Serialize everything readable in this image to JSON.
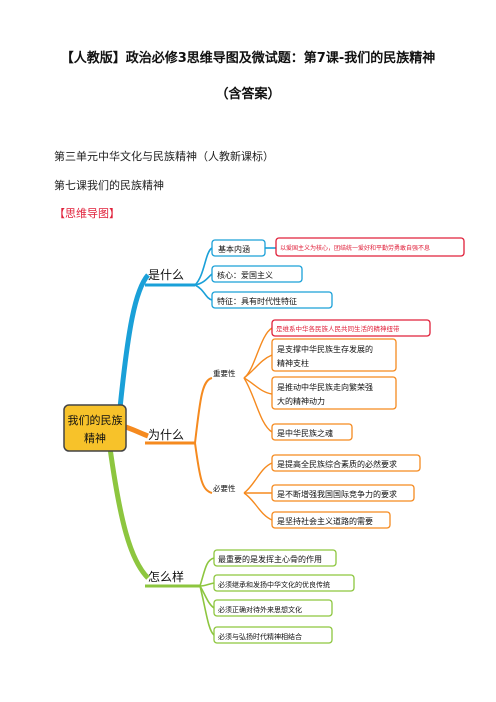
{
  "doc": {
    "title_line1": "【人教版】政治必修3思维导图及微试题：第7课-我们的民族精神",
    "title_line2": "（含答案）",
    "unit": "第三单元中华文化与民族精神（人教新课标）",
    "lesson": "第七课我们的民族精神",
    "section": "【思维导图】"
  },
  "mindmap": {
    "root": "我们的民族\n精神",
    "branch1": {
      "label": "是什么",
      "items": [
        "基本内涵",
        "核心：爱国主义",
        "特征：具有时代性特征"
      ],
      "detail": "以爱国主义为核心，团结统一爱好和平勤劳勇敢自强不息"
    },
    "branch2": {
      "label": "为什么",
      "sub1": {
        "label": "重要性",
        "items": [
          "是维系中华各民族人民共同生活的精神纽带",
          "是支撑中华民族生存发展的精神支柱",
          "是推动中华民族走向繁荣强大的精神动力",
          "是中华民族之魂"
        ]
      },
      "sub2": {
        "label": "必要性",
        "items": [
          "是提高全民族综合素质的必然要求",
          "是不断增强我国国际竞争力的要求",
          "是坚持社会主义道路的需要"
        ]
      }
    },
    "branch3": {
      "label": "怎么样",
      "items": [
        "最重要的是发挥主心骨的作用",
        "必须继承和发扬中华文化的优良传统",
        "必须正确对待外来思想文化",
        "必须与弘扬时代精神相结合"
      ]
    }
  },
  "colors": {
    "branch1": "#1aa0d8",
    "branch2": "#f58a1f",
    "branch3": "#8dc63f",
    "root_fill": "#f7c22a",
    "highlight_red": "#e0203a"
  }
}
